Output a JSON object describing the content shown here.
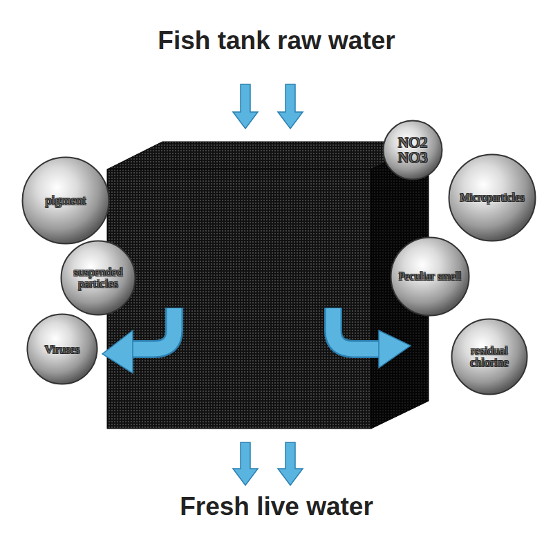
{
  "diagram": {
    "title": "Fish tank raw water",
    "caption": "Fresh live water",
    "nodes": [
      {
        "text": [
          "NO2 NO3"
        ]
      },
      {
        "text": [
          "pigment"
        ]
      },
      {
        "text": [
          "Microparticles"
        ]
      },
      {
        "text": [
          "suspended particles"
        ]
      },
      {
        "text": [
          "Peculiar smell"
        ]
      },
      {
        "text": [
          "Viruses"
        ]
      },
      {
        "text": [
          "residual chlorine"
        ]
      }
    ]
  }
}
